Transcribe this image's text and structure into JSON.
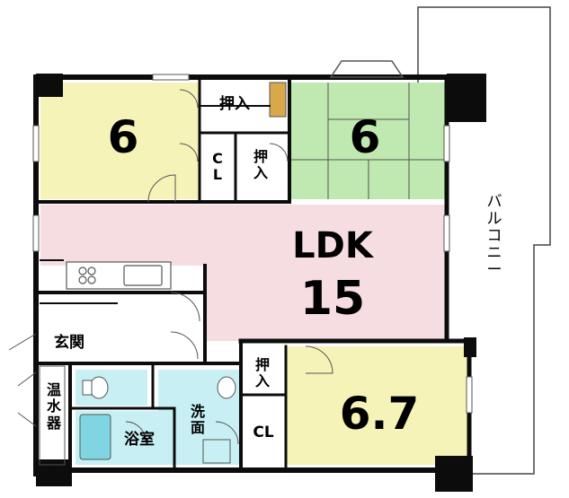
{
  "rooms": {
    "western_nw": {
      "size": "6"
    },
    "japanese": {
      "size": "6"
    },
    "ldk": {
      "name": "LDK",
      "size": "15"
    },
    "western_se": {
      "size": "6.7"
    }
  },
  "labels": {
    "oshiire": "押入",
    "oshiire2": "押入",
    "oshiire3": "押入",
    "closet_top": "CL",
    "closet_bottom": "CL",
    "genkan": "玄関",
    "senmen": "洗面",
    "yokushitsu": "浴室",
    "onsuiki": "温水器",
    "balcony": "バルコニー"
  },
  "colors": {
    "western": "#f6f3b8",
    "japanese": "#bfe9b0",
    "ldk": "#f6dde2",
    "wet": "#c8f0f4",
    "wall": "#0c0c0c"
  }
}
